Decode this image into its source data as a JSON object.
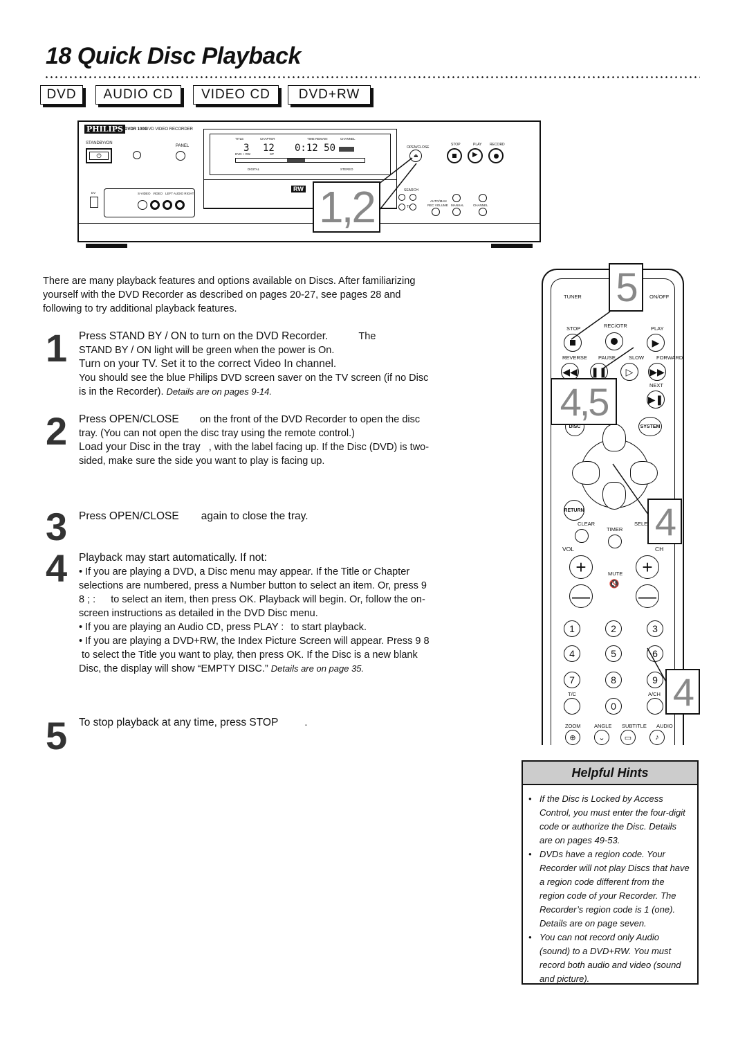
{
  "header": {
    "title": "18 Quick Disc Playback",
    "disc_types": [
      "DVD",
      "AUDIO CD",
      "VIDEO CD",
      "DVD+RW"
    ]
  },
  "recorder": {
    "brand": "PHILIPS",
    "model": "DVDR 1000",
    "model_desc": "DVD VIDEO RECORDER",
    "standby_label": "STANDBY/ON",
    "panel_label": "PANEL",
    "display": {
      "title_label": "TITLE",
      "chapter_label": "CHAPTER",
      "time_remain_label": "TIME REMAIN",
      "channel_label": "CHANNEL",
      "title_value": "3",
      "chapter_value": "12",
      "time_value": "0:12 50",
      "dvd_rw_label": "DVD + RW",
      "sp_label": "SP",
      "digital_label": "DIGITAL",
      "stereo_label": "STEREO"
    },
    "open_close_label": "OPEN/CLOSE",
    "stop_label": "STOP",
    "play_label": "PLAY",
    "record_label": "RECORD",
    "search_label": "SEARCH",
    "title_label": "TITLE",
    "auto_manual_label": "AUTO/MAN",
    "rec_volume_label": "REC VOLUME",
    "manual_label": "MANUAL",
    "channel_label": "CHANNEL",
    "svideo_label": "S-VIDEO",
    "video_label": "VIDEO",
    "audio_label": "LEFT AUDIO RIGHT",
    "dv_label": "DV",
    "rw_logo": "RW",
    "callout": "1,2"
  },
  "intro": "There are many playback features and options available on Discs. After familiarizing yourself with the DVD Recorder as described on pages 20-27, see pages 28 and following to try additional playback features.",
  "steps": {
    "s1": {
      "num": "1",
      "lead": "Press STAND BY / ON to turn on the DVD Recorder.",
      "lead_tail": "The",
      "body": "STAND BY / ON light will be green when the power is On.",
      "lead2": "Turn on your TV. Set it to the correct Video In channel.",
      "body2": "You should see the blue Philips DVD screen saver on the TV screen (if no Disc is in the Recorder).",
      "ref": "Details are on pages 9-14."
    },
    "s2": {
      "num": "2",
      "lead": "Press OPEN/CLOSE",
      "body": "on the front of the DVD Recorder to open the disc tray. (You can not open the disc tray using the remote control.)",
      "lead2": "Load your Disc in the tray",
      "body2": ", with the label facing up. If the Disc (DVD) is two-sided, make sure the side you want to play is facing up."
    },
    "s3": {
      "num": "3",
      "lead": "Press OPEN/CLOSE",
      "body": "again to close the tray."
    },
    "s4": {
      "num": "4",
      "lead": "Playback may start automatically. If not:",
      "b1": "• If you are playing a DVD, a Disc menu may appear. If the Title or Chapter selections are numbered, press a Number button to select an item. Or, press 9 8 ; :",
      "b1_tail": "to select an item, then press OK. Playback will begin. Or, follow the on-screen instructions as detailed in the DVD Disc menu.",
      "b2": "• If you are playing an Audio CD, press PLAY :",
      "b2_tail": "to start playback.",
      "b3": "• If you are playing a DVD+RW, the Index Picture Screen will appear. Press 9 8",
      "b3_tail": "to select the Title you want to play, then press OK. If the Disc is a new blank Disc, the display will show “EMPTY DISC.”",
      "ref": "Details are on page 35."
    },
    "s5": {
      "num": "5",
      "lead": "To stop playback at any time, press STOP",
      "tail": "."
    }
  },
  "remote": {
    "tuner": "TUNER",
    "on_off": "ON/OFF",
    "stop": "STOP",
    "rec_otr": "REC/OTR",
    "play": "PLAY",
    "reverse": "REVERSE",
    "pause": "PAUSE",
    "slow": "SLOW",
    "forward": "FORWARD",
    "next": "NEXT",
    "disc": "DISC",
    "system": "SYSTEM",
    "return": "RETURN",
    "clear": "CLEAR",
    "select": "SELE",
    "timer": "TIMER",
    "vol": "VOL",
    "ch": "CH",
    "mute": "MUTE",
    "numbers": [
      "1",
      "2",
      "3",
      "4",
      "5",
      "6",
      "7",
      "8",
      "9"
    ],
    "tc": "T/C",
    "ach": "A/CH",
    "zero": "0",
    "zoom": "ZOOM",
    "angle": "ANGLE",
    "subtitle": "SUBTITLE",
    "audio": "AUDIO",
    "callouts": [
      "5",
      "4,5",
      "4",
      "4"
    ]
  },
  "hints": {
    "title": "Helpful Hints",
    "items": [
      "If the Disc is Locked by Access Control, you must enter the four-digit code or authorize the Disc. Details are on pages 49-53.",
      "DVDs have a region code. Your Recorder will not play Discs that have a region code different from the region code of your Recorder. The Recorder’s region code is 1 (one). Details are on page seven.",
      "You can not record only Audio (sound) to a DVD+RW. You must record both audio and video (sound and picture)."
    ]
  }
}
